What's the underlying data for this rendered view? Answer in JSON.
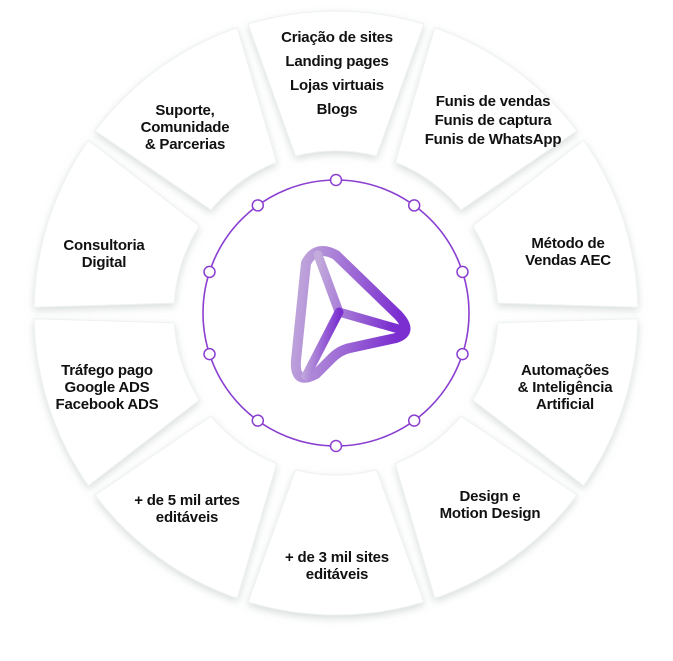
{
  "colors": {
    "accent": "#8a3fd1",
    "accent_dark": "#7b2fd0",
    "logo_light": "#b9a0d4",
    "segment_fill": "#ffffff",
    "segment_shadow": "#dfe6e2",
    "text": "#111111"
  },
  "center_icon": "paper-plane-navigation-icon",
  "segments": [
    {
      "name": "websites",
      "lines": [
        "Criação de sites",
        "Landing pages",
        "Lojas virtuais",
        "Blogs"
      ]
    },
    {
      "name": "funnels",
      "lines": [
        "Funis de vendas",
        "Funis de captura",
        "Funis de WhatsApp"
      ]
    },
    {
      "name": "sales-method",
      "lines": [
        "Método de",
        "Vendas AEC"
      ]
    },
    {
      "name": "automation",
      "lines": [
        "Automações",
        "& Inteligência",
        "Artificial"
      ]
    },
    {
      "name": "design",
      "lines": [
        "Design e",
        "Motion Design"
      ]
    },
    {
      "name": "sites-templates",
      "lines": [
        "+ de 3 mil sites",
        "editáveis"
      ]
    },
    {
      "name": "art-templates",
      "lines": [
        "+ de 5 mil artes",
        "editáveis"
      ]
    },
    {
      "name": "paid-traffic",
      "lines": [
        "Tráfego pago",
        "Google ADS",
        "Facebook ADS"
      ]
    },
    {
      "name": "consulting",
      "lines": [
        "Consultoria",
        "Digital"
      ]
    },
    {
      "name": "support",
      "lines": [
        "Suporte,",
        "Comunidade",
        "& Parcerias"
      ]
    }
  ]
}
